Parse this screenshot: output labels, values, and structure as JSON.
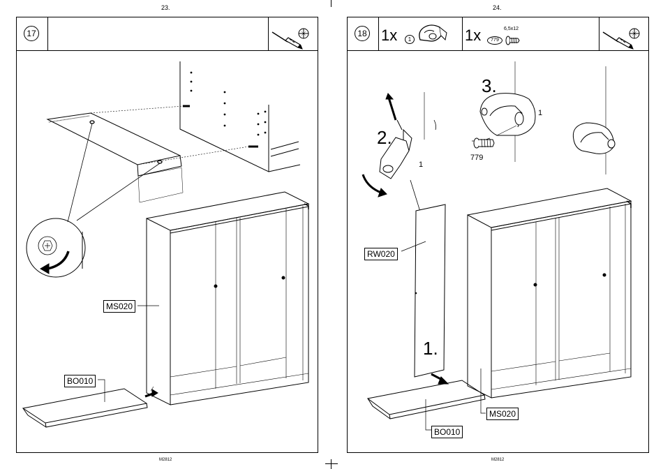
{
  "left_page": {
    "page_number": "23.",
    "step_number": "17",
    "labels": {
      "ms": "MS020",
      "bo": "BO010"
    },
    "footer_code": "M2812"
  },
  "right_page": {
    "page_number": "24.",
    "step_number": "18",
    "parts": [
      {
        "qty": "1x",
        "id": "1",
        "icon": "bracket-icon"
      },
      {
        "qty": "1x",
        "id": "779",
        "spec": "6,5x12",
        "icon": "screw-icon"
      }
    ],
    "labels": {
      "rw": "RW020",
      "ms": "MS020",
      "bo": "BO010",
      "part_1": "1",
      "part_779": "779"
    },
    "sequence": {
      "one": "1.",
      "two": "2.",
      "three": "3."
    },
    "footer_code": "M2812"
  },
  "tools": [
    "screwdriver-icon",
    "phillips-bit-icon"
  ]
}
